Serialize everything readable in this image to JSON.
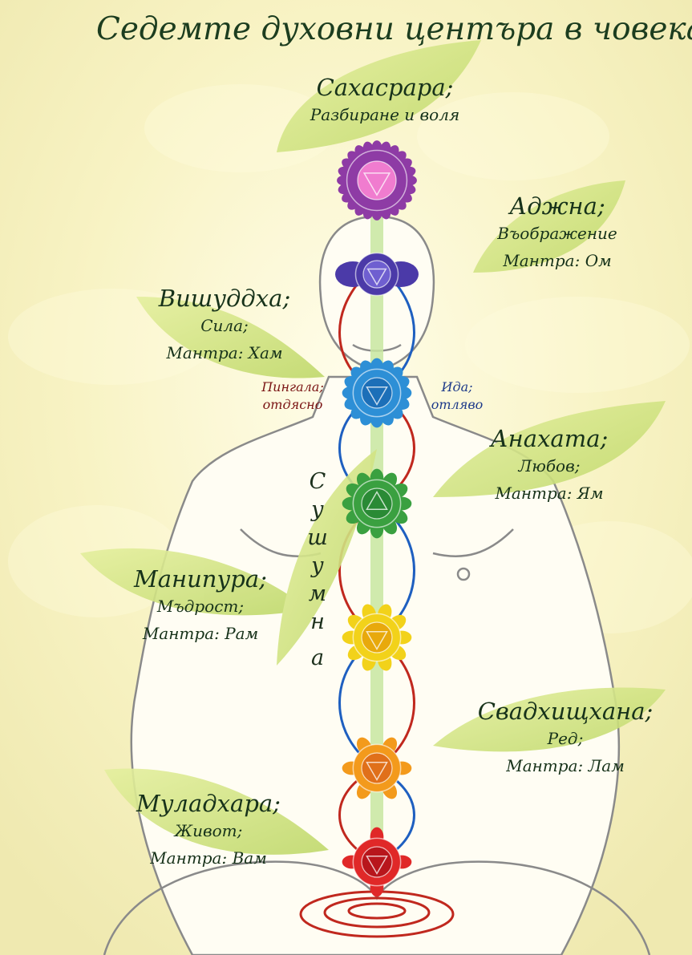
{
  "title": "Седемте духовни центъра в човека",
  "chakras": [
    {
      "name": "Сахасрара;",
      "line1": "Разбиране и воля",
      "line2": "",
      "color": "#8e3ba5",
      "center_color": "#f07ccf"
    },
    {
      "name": "Аджна;",
      "line1": "Въображение",
      "line2": "Мантра: Ом",
      "color": "#4b3aa8",
      "center_color": "#6f5fd0"
    },
    {
      "name": "Вишуддха;",
      "line1": "Сила;",
      "line2": "Мантра: Хам",
      "color": "#2d8fd6",
      "center_color": "#1c6fb8"
    },
    {
      "name": "Анахата;",
      "line1": "Любов;",
      "line2": "Мантра: Ям",
      "color": "#3aa040",
      "center_color": "#2a8a35"
    },
    {
      "name": "Манипура;",
      "line1": "Мъдрост;",
      "line2": "Мантра: Рам",
      "color": "#f2d21a",
      "center_color": "#e8a90c"
    },
    {
      "name": "Свадхищхана;",
      "line1": "Ред;",
      "line2": "Мантра: Лам",
      "color": "#f39a1c",
      "center_color": "#e0701a"
    },
    {
      "name": "Муладхара;",
      "line1": "Живот;",
      "line2": "Мантра: Вам",
      "color": "#e02828",
      "center_color": "#b8161c"
    }
  ],
  "nadis": {
    "pingala": {
      "name": "Пингала;",
      "side": "отдясно",
      "color": "#c0281e"
    },
    "ida": {
      "name": "Ида;",
      "side": "отляво",
      "color": "#1e5fc0"
    }
  },
  "sushumna": [
    "С",
    "у",
    "ш",
    "у",
    "м",
    "н",
    "а"
  ],
  "colors": {
    "leaf": "#cfe27a",
    "sushumna": "#c8e6a0",
    "body_outline": "#8a8a8a"
  }
}
